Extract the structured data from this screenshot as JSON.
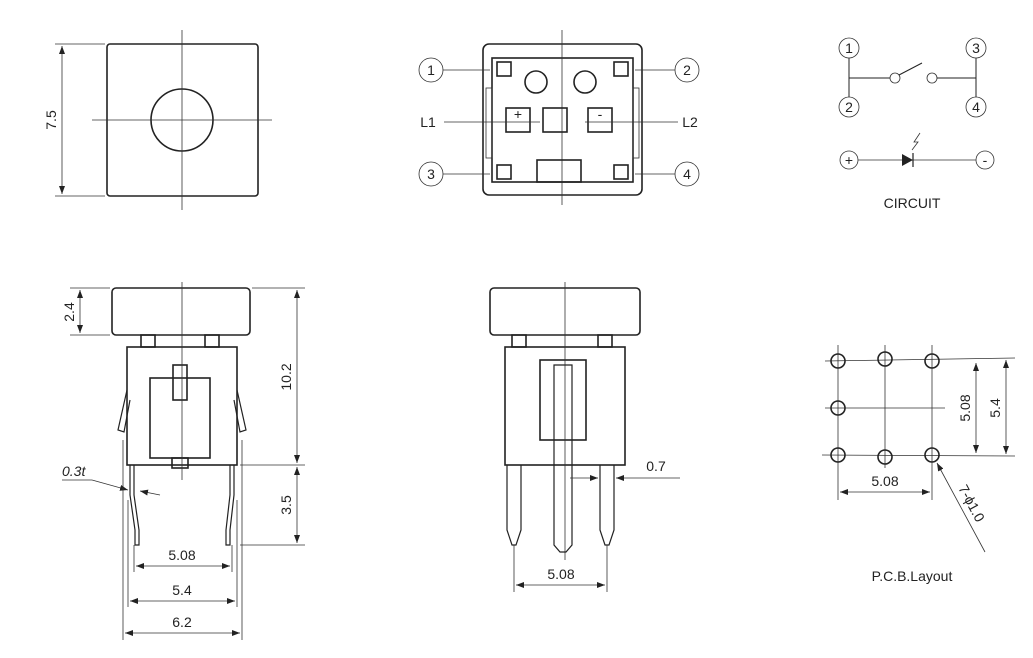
{
  "top_view": {
    "height_dim": "7.5"
  },
  "bottom_view": {
    "pins": [
      "1",
      "2",
      "3",
      "4"
    ],
    "led_labels": [
      "L1",
      "L2"
    ],
    "polarity": [
      "+",
      "-"
    ]
  },
  "circuit": {
    "title": "CIRCUIT",
    "pins": [
      "1",
      "3",
      "2",
      "4"
    ],
    "diode_terminals": [
      "+",
      "-"
    ]
  },
  "side_view": {
    "cap_height": "2.4",
    "total_height": "10.2",
    "pin_length": "3.5",
    "pin_thickness": "0.3t",
    "pitch": "5.08",
    "span_inner": "5.4",
    "span_outer": "6.2"
  },
  "front_view": {
    "pin_width": "0.7",
    "pitch": "5.08"
  },
  "pcb_layout": {
    "title": "P.C.B.Layout",
    "pitch_vertical": "5.08",
    "span_vertical": "5.4",
    "pitch_horizontal": "5.08",
    "hole_spec": "7-ϕ1.0"
  }
}
